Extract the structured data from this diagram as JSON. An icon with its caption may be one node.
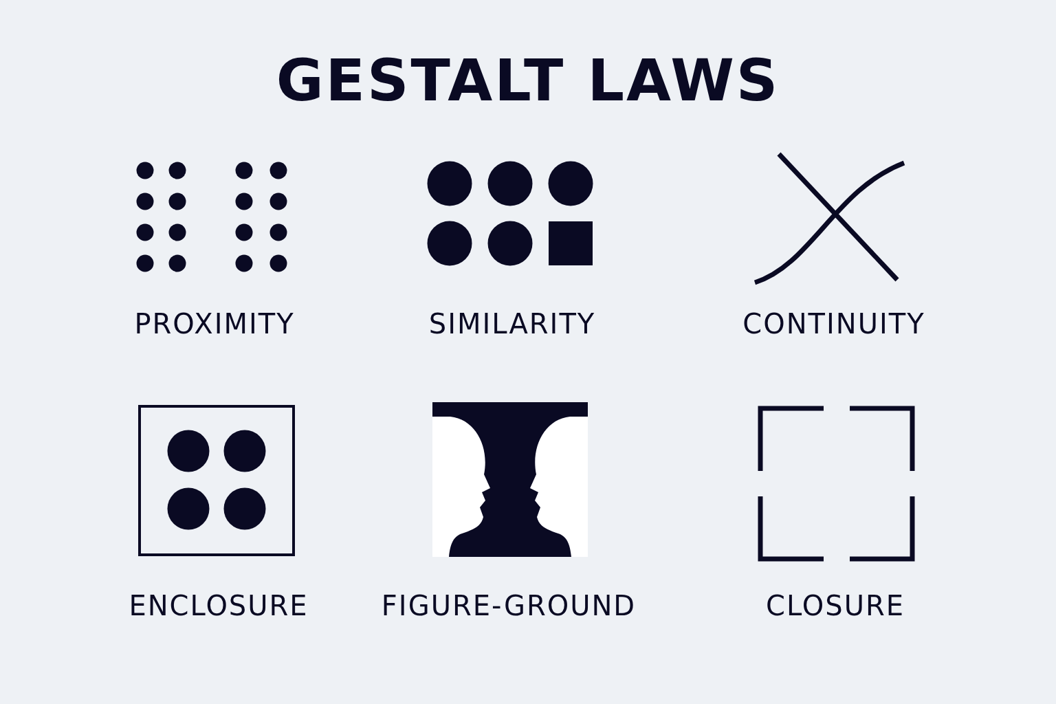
{
  "diagram": {
    "title": "GESTALT LAWS",
    "labels": [
      "PROXIMITY",
      "SIMILARITY",
      "CONTINUITY",
      "ENCLOSURE",
      "FIGURE-GROUND",
      "CLOSURE"
    ]
  }
}
